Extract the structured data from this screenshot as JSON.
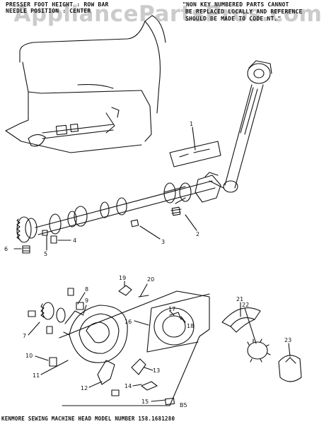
{
  "watermark": "AppliancePartsPros.com",
  "header": {
    "left_line1": "PRESSER FOOT HEIGHT : ROW BAR",
    "left_line2": "NEEDLE POSITION : CENTER",
    "right_line1": "\"NON KEY NUMBERED PARTS CANNOT",
    "right_line2": "BE REPLACED LOCALLY AND REFERENCE",
    "right_line3": "SHOULD BE MADE TO CODE NT.\""
  },
  "footer": "KENMORE SEWING MACHINE HEAD MODEL NUMBER 158.1681280",
  "callouts": {
    "c1": "1",
    "c2": "2",
    "c3": "3",
    "c4": "4",
    "c5": "5",
    "c6": "6",
    "c7": "7",
    "c8": "8",
    "c9": "9",
    "c10": "10",
    "c11": "11",
    "c12": "12",
    "c13": "13",
    "c14": "14",
    "c15": "15",
    "c16": "16",
    "c17": "17",
    "c18": "18",
    "c19": "19",
    "c20": "20",
    "c21": "21",
    "c22": "22",
    "c23": "23",
    "b5": "B5"
  }
}
